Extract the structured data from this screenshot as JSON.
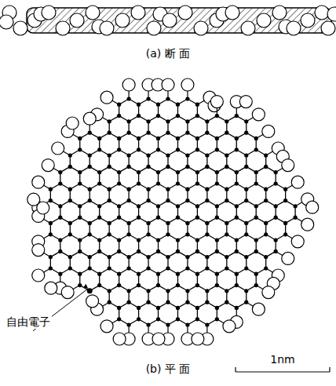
{
  "diagram": {
    "labels": [
      "(a) 断 面",
      "自由電子",
      "1nm",
      "(b) 平 面"
    ]
  }
}
